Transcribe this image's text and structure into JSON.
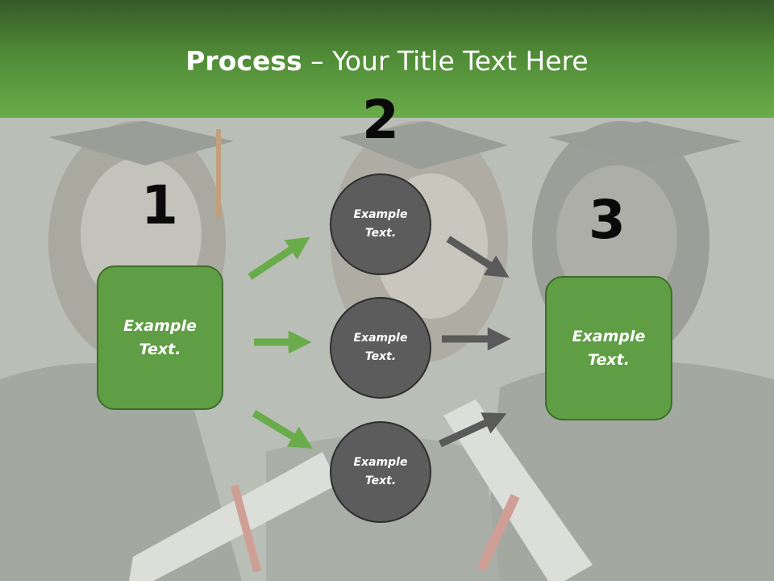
{
  "slide": {
    "title_bold": "Process",
    "title_rest": " – Your Title Text Here",
    "step_numbers": [
      "1",
      "2",
      "3"
    ],
    "left_box": "Example Text.",
    "circles": [
      "Example Text.",
      "Example Text.",
      "Example Text."
    ],
    "right_box": "Example Text."
  },
  "colors": {
    "header_green": "#4f8a36",
    "box_green": "#5f9e44",
    "circle_gray": "#5c5c5c",
    "arrow_green": "#6aac4b",
    "arrow_gray": "#5a5a5a"
  }
}
